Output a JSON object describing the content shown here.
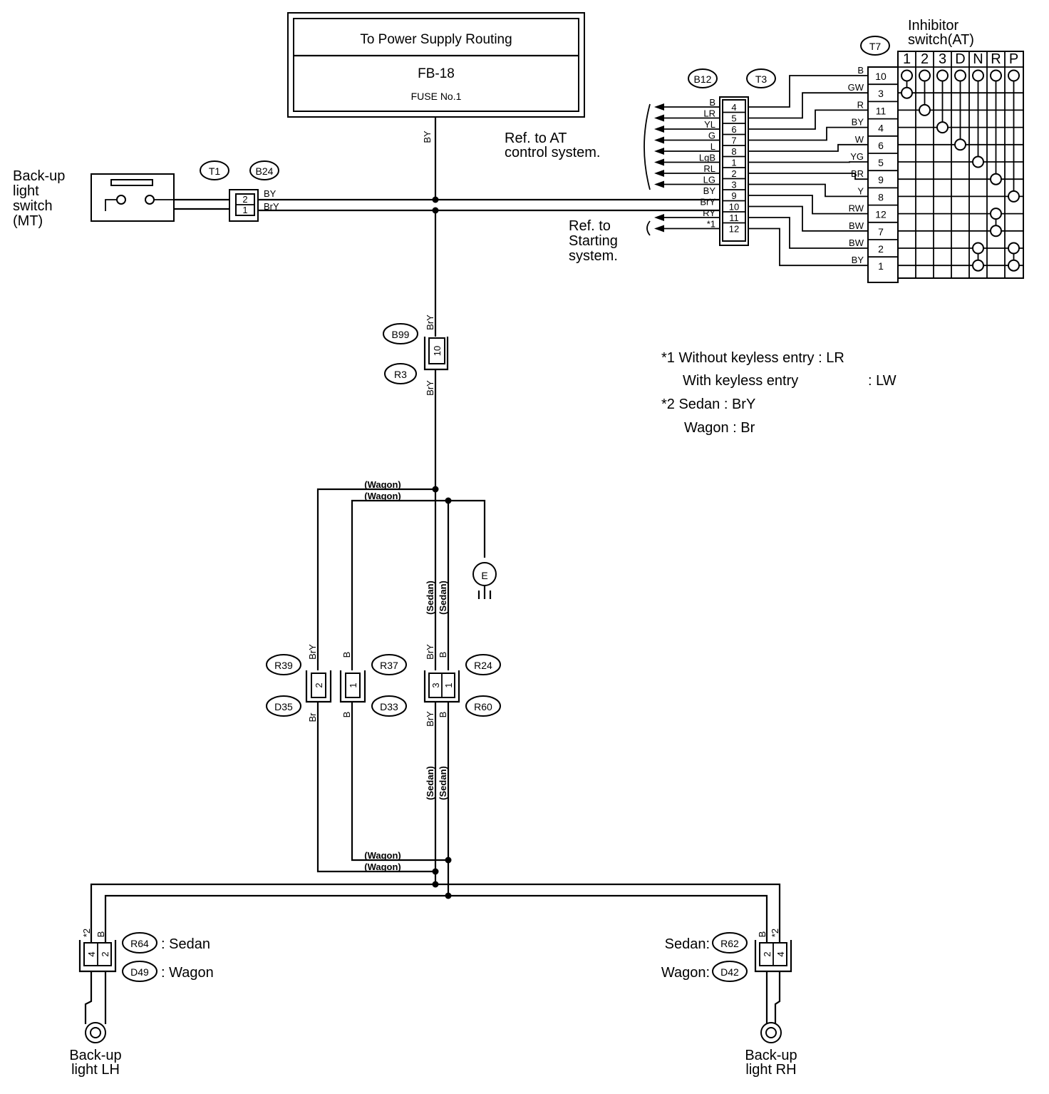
{
  "power_box": {
    "title": "To Power Supply Routing",
    "line1": "FB-18",
    "line2": "FUSE No.1"
  },
  "backup_switch": {
    "label": [
      "Back-up",
      "light",
      "switch",
      "(MT)"
    ]
  },
  "connectors": {
    "T1": "T1",
    "B24": "B24",
    "B12": "B12",
    "T3": "T3",
    "T7": "T7",
    "B99": "B99",
    "R3": "R3",
    "R39": "R39",
    "D35": "D35",
    "R37": "R37",
    "D33": "D33",
    "R24": "R24",
    "R60": "R60",
    "R64": "R64",
    "D49": "D49",
    "R62": "R62",
    "D42": "D42",
    "E": "E"
  },
  "wire_labels": {
    "top_vertical": "BY",
    "t1_pin2": "BY",
    "t1_pin1": "BrY",
    "b99_top": "BrY",
    "r3_bottom": "BrY",
    "wagon": "(Wagon)",
    "sedan": "(Sedan)",
    "r39_top": "BrY",
    "r37_top": "B",
    "r24_top_left": "BrY",
    "r24_top_right": "B",
    "d35_bottom": "Br",
    "d33_bottom": "B",
    "r60_bottom_left": "BrY",
    "r60_bottom_right": "B",
    "lh_star": "*2",
    "lh_b": "B",
    "rh_b": "B",
    "rh_star": "*2"
  },
  "b12_connector": {
    "pins": [
      {
        "pin": "4",
        "wire": "B"
      },
      {
        "pin": "5",
        "wire": "LR"
      },
      {
        "pin": "6",
        "wire": "YL"
      },
      {
        "pin": "7",
        "wire": "G"
      },
      {
        "pin": "8",
        "wire": "L"
      },
      {
        "pin": "1",
        "wire": "LgB"
      },
      {
        "pin": "2",
        "wire": "RL"
      },
      {
        "pin": "3",
        "wire": "LG"
      },
      {
        "pin": "9",
        "wire": "BY"
      },
      {
        "pin": "10",
        "wire": "BrY"
      },
      {
        "pin": "11",
        "wire": "RY"
      },
      {
        "pin": "12",
        "wire": "*1"
      }
    ]
  },
  "ref_at": [
    "Ref. to AT",
    "control system."
  ],
  "ref_start": [
    "Ref. to",
    "Starting",
    "system."
  ],
  "inhibitor": {
    "title": [
      "Inhibitor",
      "switch(AT)"
    ],
    "positions": [
      "1",
      "2",
      "3",
      "D",
      "N",
      "R",
      "P"
    ],
    "rows": [
      {
        "pin": "10",
        "wire": "B"
      },
      {
        "pin": "3",
        "wire": "GW"
      },
      {
        "pin": "11",
        "wire": "R"
      },
      {
        "pin": "4",
        "wire": "BY"
      },
      {
        "pin": "6",
        "wire": "W"
      },
      {
        "pin": "5",
        "wire": "YG"
      },
      {
        "pin": "9",
        "wire": "BR"
      },
      {
        "pin": "8",
        "wire": "Y"
      },
      {
        "pin": "12",
        "wire": "RW"
      },
      {
        "pin": "7",
        "wire": "BW"
      },
      {
        "pin": "2",
        "wire": "BW"
      },
      {
        "pin": "1",
        "wire": "BY"
      }
    ]
  },
  "notes": {
    "n1a": "*1 Without keyless entry : LR",
    "n1b": "With keyless entry",
    "n1b_val": ": LW",
    "n2a": "*2 Sedan : BrY",
    "n2b": "Wagon : Br"
  },
  "lamp_lh": {
    "label": [
      "Back-up",
      "light LH"
    ],
    "pins": [
      "4",
      "2"
    ],
    "sedan": ": Sedan",
    "wagon": ": Wagon"
  },
  "lamp_rh": {
    "label": [
      "Back-up",
      "light RH"
    ],
    "pins": [
      "2",
      "4"
    ],
    "sedan": "Sedan:",
    "wagon": "Wagon:"
  }
}
